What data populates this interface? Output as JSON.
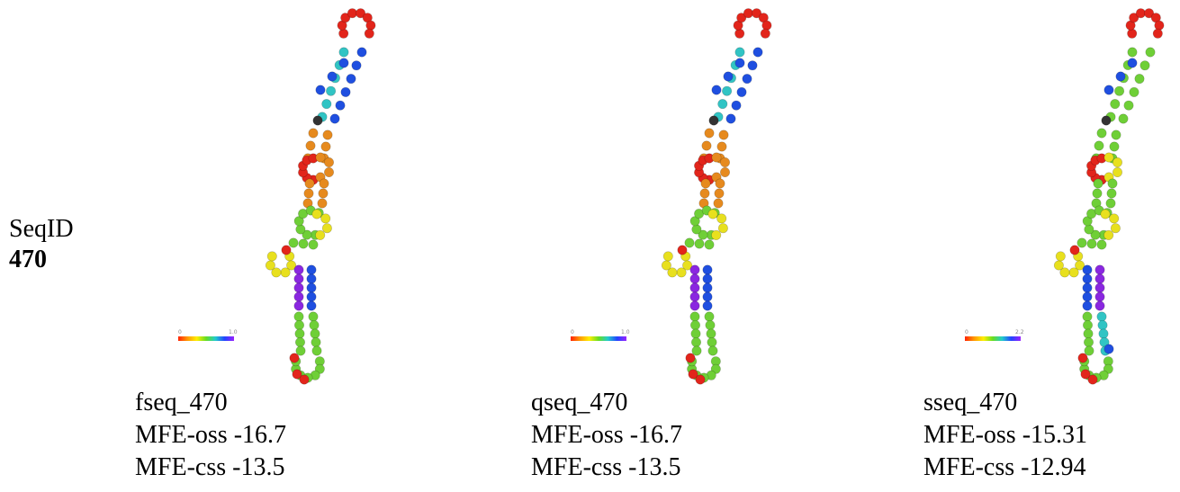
{
  "seq_label": "SeqID",
  "seq_number": "470",
  "panels": [
    {
      "id": "fseq_470",
      "mfe_oss": "MFE-oss -16.7",
      "mfe_css": "MFE-css -13.5",
      "scale_min": "0",
      "scale_max": "1.0"
    },
    {
      "id": "qseq_470",
      "mfe_oss": "MFE-oss -16.7",
      "mfe_css": "MFE-css -13.5",
      "scale_min": "0",
      "scale_max": "1.0"
    },
    {
      "id": "sseq_470",
      "mfe_oss": "MFE-oss -15.31",
      "mfe_css": "MFE-css -12.94",
      "scale_min": "0",
      "scale_max": "2.2"
    }
  ],
  "colors": {
    "red": "#e2251b",
    "orange": "#e68a1e",
    "yellow": "#e8e01e",
    "green": "#6fcf37",
    "cyan": "#31c4c4",
    "blue": "#1f4fe0",
    "purple": "#8a27e0"
  }
}
